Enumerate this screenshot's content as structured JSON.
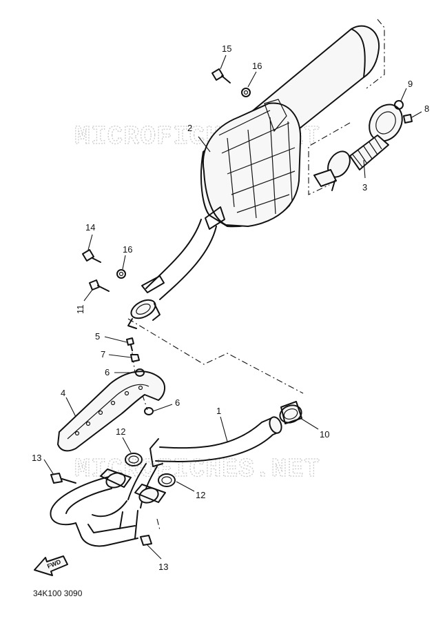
{
  "watermark": "MICROFICHES.NET",
  "diagram_code": "34K100 3090",
  "fwd_label": "FWD",
  "parts": [
    {
      "ref": "1"
    },
    {
      "ref": "2"
    },
    {
      "ref": "3"
    },
    {
      "ref": "4"
    },
    {
      "ref": "5"
    },
    {
      "ref": "6"
    },
    {
      "ref": "6"
    },
    {
      "ref": "7"
    },
    {
      "ref": "8"
    },
    {
      "ref": "9"
    },
    {
      "ref": "10"
    },
    {
      "ref": "11"
    },
    {
      "ref": "12"
    },
    {
      "ref": "12"
    },
    {
      "ref": "13"
    },
    {
      "ref": "13"
    },
    {
      "ref": "14"
    },
    {
      "ref": "15"
    },
    {
      "ref": "16"
    },
    {
      "ref": "16"
    }
  ]
}
